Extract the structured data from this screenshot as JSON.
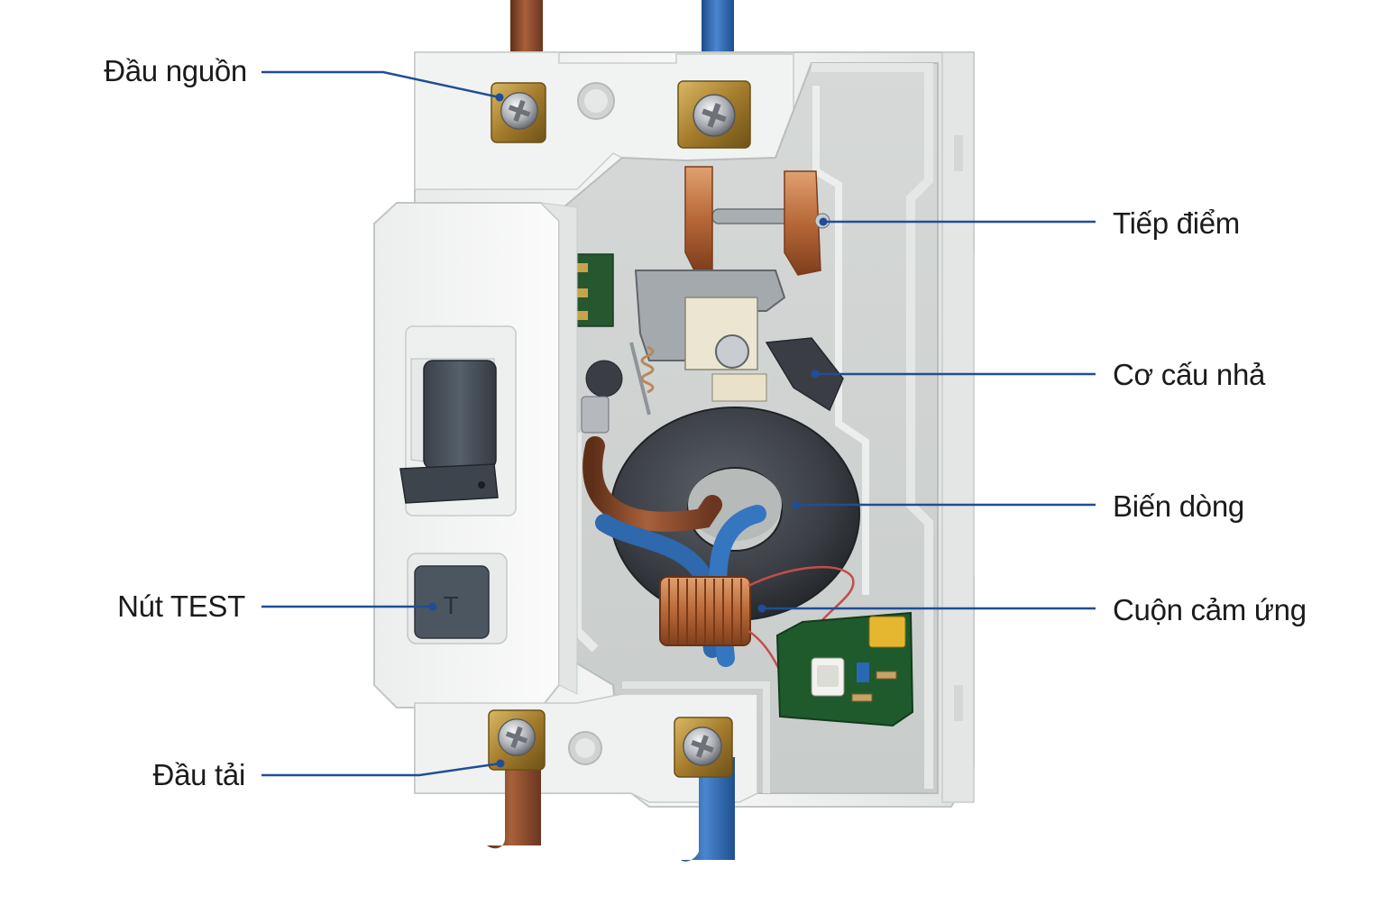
{
  "callouts": {
    "source_terminal": "Đầu nguồn",
    "test_button": "Nút TEST",
    "load_terminal": "Đầu tải",
    "contacts": "Tiếp điểm",
    "trip_mechanism": "Cơ cấu nhả",
    "current_transformer": "Biến dòng",
    "sense_coil": "Cuộn cảm ứng"
  },
  "device": {
    "test_button_letter": "T"
  },
  "colors": {
    "leader_line": "#1f4e96",
    "housing": "#f2f3f2",
    "wire_brown": "#8a4a2a",
    "wire_blue": "#2f6db5",
    "brass": "#b08a36",
    "copper": "#c87a4a",
    "toroid": "#3d4146",
    "pcb": "#1f5a2c",
    "handle": "#474e57"
  }
}
